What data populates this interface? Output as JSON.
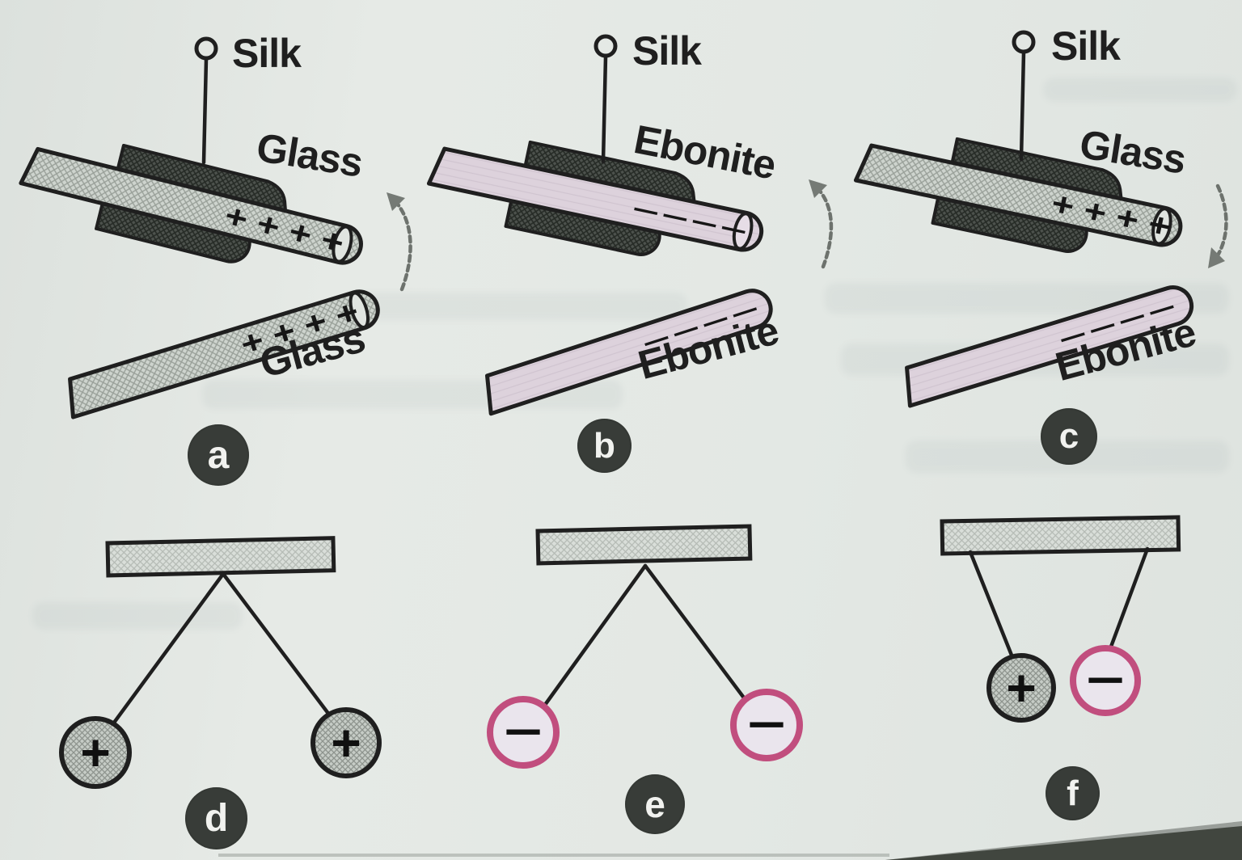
{
  "figure": {
    "panels": {
      "a": {
        "badge": "a",
        "silk_label": "Silk",
        "suspended_rod": {
          "label": "Glass",
          "charges": "+ + + +"
        },
        "free_rod": {
          "label": "Glass",
          "charges": "+ + + +"
        }
      },
      "b": {
        "badge": "b",
        "silk_label": "Silk",
        "suspended_rod": {
          "label": "Ebonite",
          "charges": "— — — —"
        },
        "free_rod": {
          "label": "Ebonite",
          "charges": "— — — —"
        }
      },
      "c": {
        "badge": "c",
        "silk_label": "Silk",
        "suspended_rod": {
          "label": "Glass",
          "charges": "+ + + +"
        },
        "free_rod": {
          "label": "Ebonite",
          "charges": "— — — —"
        }
      },
      "d": {
        "badge": "d",
        "left_ball_sign": "+",
        "right_ball_sign": "+"
      },
      "e": {
        "badge": "e",
        "left_ball_sign": "−",
        "right_ball_sign": "−"
      },
      "f": {
        "badge": "f",
        "left_ball_sign": "+",
        "right_ball_sign": "−"
      }
    },
    "colors": {
      "paper": "#e3e8e4",
      "ink": "#1f1f1f",
      "glass_fill": "#ced4ce",
      "ebonite_fill": "#ddd2dc",
      "sling_dark": "#4d524d",
      "support_bar": "#d9ded9",
      "positive_ball_fill": "#c6ccc6",
      "negative_ball_fill": "#eae5ed",
      "negative_ball_ring": "#c14e7e",
      "badge_bg": "#383c38",
      "arrow_gray": "#6d726d"
    }
  }
}
